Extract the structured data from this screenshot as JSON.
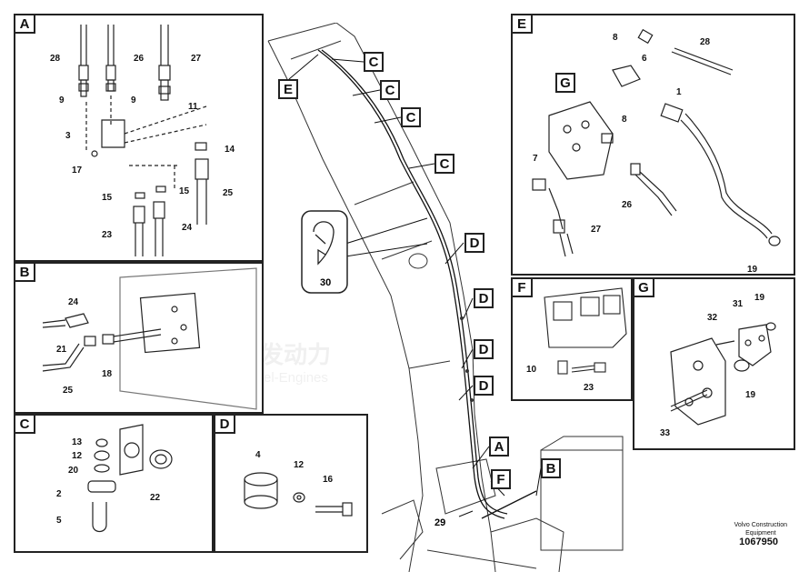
{
  "corner": {
    "brand": "Volvo Construction",
    "sub": "Equipment",
    "docnum": "1067950"
  },
  "panels": {
    "A": {
      "tag": "A",
      "labels": [
        "28",
        "26",
        "27",
        "9",
        "9",
        "11",
        "3",
        "17",
        "14",
        "15",
        "15",
        "25",
        "23",
        "24"
      ]
    },
    "B": {
      "tag": "B",
      "labels": [
        "24",
        "21",
        "18",
        "25"
      ]
    },
    "C": {
      "tag": "C",
      "labels": [
        "13",
        "12",
        "20",
        "2",
        "5",
        "22"
      ]
    },
    "D": {
      "tag": "D",
      "labels": [
        "4",
        "12",
        "16"
      ]
    },
    "E": {
      "tag": "E",
      "labels": [
        "8",
        "28",
        "6",
        "1",
        "8",
        "7",
        "26",
        "27",
        "19"
      ]
    },
    "F": {
      "tag": "F",
      "labels": [
        "10",
        "23"
      ]
    },
    "G": {
      "tag": "G",
      "labels": [
        "31",
        "19",
        "32",
        "19",
        "33"
      ]
    }
  },
  "main": {
    "callouts": [
      "E",
      "C",
      "C",
      "C",
      "C",
      "D",
      "D",
      "D",
      "D",
      "A",
      "F",
      "B"
    ],
    "inset_label": "30",
    "label_29": "29",
    "g_callout": "G"
  },
  "watermark": {
    "cn": "紫发动力",
    "en": "Diesel-Engines"
  }
}
